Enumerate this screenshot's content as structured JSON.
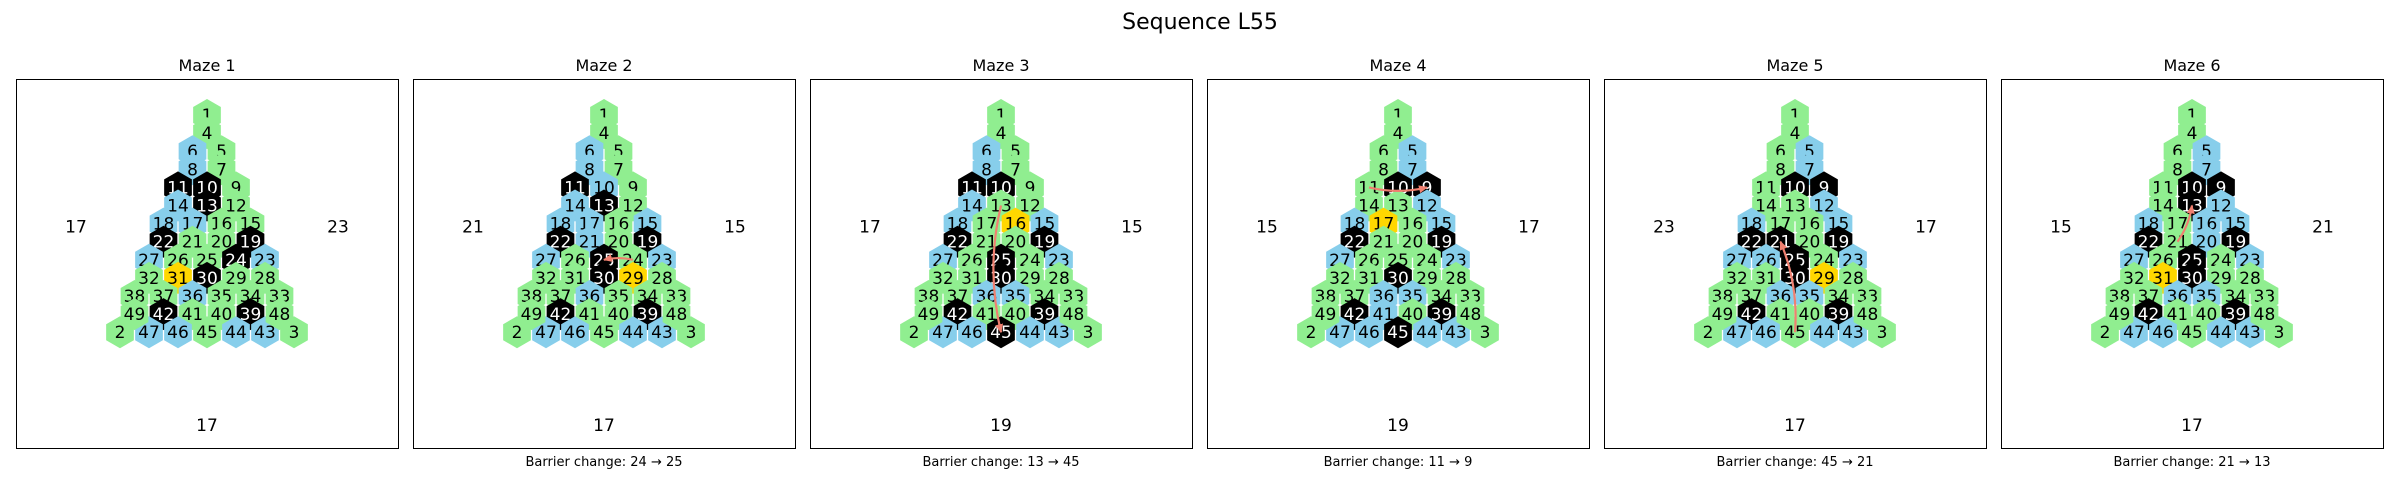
{
  "title": "Sequence L55",
  "colors": {
    "green": "#90EE90",
    "blue": "#87CEEB",
    "black": "#000000",
    "yellow": "#FFD700",
    "arrow": "#F08070"
  },
  "hex_rows": [
    [
      1
    ],
    [
      4
    ],
    [
      6,
      5
    ],
    [
      8,
      7
    ],
    [
      11,
      10,
      9
    ],
    [
      14,
      13,
      12
    ],
    [
      18,
      17,
      16,
      15
    ],
    [
      22,
      21,
      20,
      19
    ],
    [
      27,
      26,
      25,
      24,
      23
    ],
    [
      32,
      31,
      30,
      29,
      28
    ],
    [
      38,
      37,
      36,
      35,
      34,
      33
    ],
    [
      49,
      42,
      41,
      40,
      39,
      48
    ],
    [
      2,
      47,
      46,
      45,
      44,
      43,
      3
    ]
  ],
  "mazes": [
    {
      "title": "Maze 1",
      "caption": "",
      "left": "17",
      "right": "23",
      "bottom": "17",
      "black": [
        10,
        11,
        13,
        19,
        22,
        24,
        30,
        39,
        42
      ],
      "blue": [
        6,
        8,
        14,
        17,
        18,
        23,
        27,
        36,
        43,
        44,
        46,
        47
      ],
      "yellow": [
        31
      ],
      "arrow": null
    },
    {
      "title": "Maze 2",
      "caption": "Barrier change: 24 → 25",
      "left": "21",
      "right": "15",
      "bottom": "17",
      "black": [
        11,
        13,
        19,
        22,
        25,
        30,
        39,
        42
      ],
      "blue": [
        6,
        8,
        10,
        14,
        15,
        17,
        18,
        21,
        23,
        27,
        36,
        43,
        44,
        46,
        47
      ],
      "yellow": [
        29
      ],
      "arrow": {
        "from": 24,
        "to": 25
      }
    },
    {
      "title": "Maze 3",
      "caption": "Barrier change: 13 → 45",
      "left": "17",
      "right": "15",
      "bottom": "19",
      "black": [
        10,
        11,
        19,
        22,
        25,
        30,
        39,
        42,
        45
      ],
      "blue": [
        6,
        8,
        14,
        15,
        18,
        23,
        27,
        35,
        36,
        43,
        44,
        46,
        47
      ],
      "yellow": [
        16
      ],
      "arrow": {
        "from": 13,
        "to": 45
      }
    },
    {
      "title": "Maze 4",
      "caption": "Barrier change: 11 → 9",
      "left": "15",
      "right": "17",
      "bottom": "19",
      "black": [
        9,
        10,
        19,
        22,
        30,
        39,
        42,
        45
      ],
      "blue": [
        5,
        7,
        12,
        15,
        18,
        23,
        27,
        35,
        36,
        41,
        43,
        44,
        46,
        47
      ],
      "yellow": [
        17
      ],
      "arrow": {
        "from": 11,
        "to": 9
      }
    },
    {
      "title": "Maze 5",
      "caption": "Barrier change: 45 → 21",
      "left": "23",
      "right": "17",
      "bottom": "17",
      "black": [
        9,
        10,
        19,
        21,
        22,
        25,
        30,
        39,
        42
      ],
      "blue": [
        5,
        7,
        12,
        15,
        18,
        23,
        26,
        27,
        35,
        36,
        43,
        44,
        46,
        47
      ],
      "yellow": [
        29
      ],
      "arrow": {
        "from": 45,
        "to": 21
      }
    },
    {
      "title": "Maze 6",
      "caption": "Barrier change: 21 → 13",
      "left": "15",
      "right": "21",
      "bottom": "17",
      "black": [
        9,
        10,
        13,
        19,
        22,
        25,
        30,
        39,
        42
      ],
      "blue": [
        5,
        7,
        12,
        15,
        16,
        18,
        20,
        23,
        27,
        35,
        36,
        43,
        44,
        46,
        47
      ],
      "yellow": [
        31
      ],
      "arrow": {
        "from": 21,
        "to": 13
      }
    }
  ]
}
